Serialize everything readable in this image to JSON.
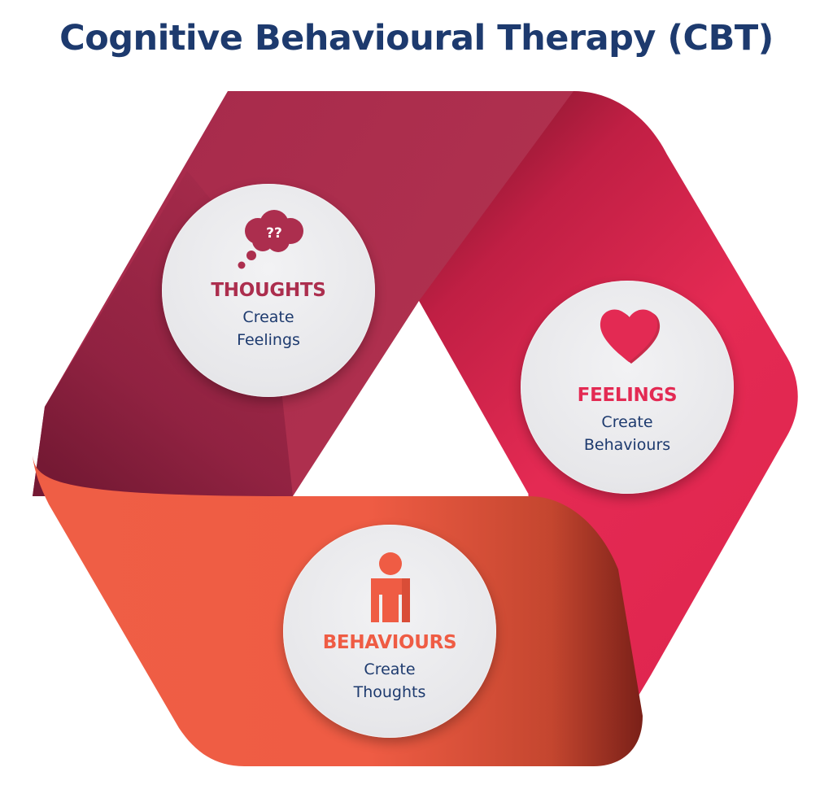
{
  "title": "Cognitive Behavioural Therapy (CBT)",
  "colors": {
    "title": "#1d3a6e",
    "thoughts": "#ac2e4e",
    "feelings": "#e32a53",
    "behaviours": "#ef5c44",
    "body_text": "#1d3a6e"
  },
  "nodes": {
    "thoughts": {
      "icon": "thought-cloud-icon",
      "icon_text": "??",
      "label": "THOUGHTS",
      "line1": "Create",
      "line2": "Feelings"
    },
    "feelings": {
      "icon": "heart-icon",
      "label": "FEELINGS",
      "line1": "Create",
      "line2": "Behaviours"
    },
    "behaviours": {
      "icon": "person-icon",
      "label": "BEHAVIOURS",
      "line1": "Create",
      "line2": "Thoughts"
    }
  }
}
